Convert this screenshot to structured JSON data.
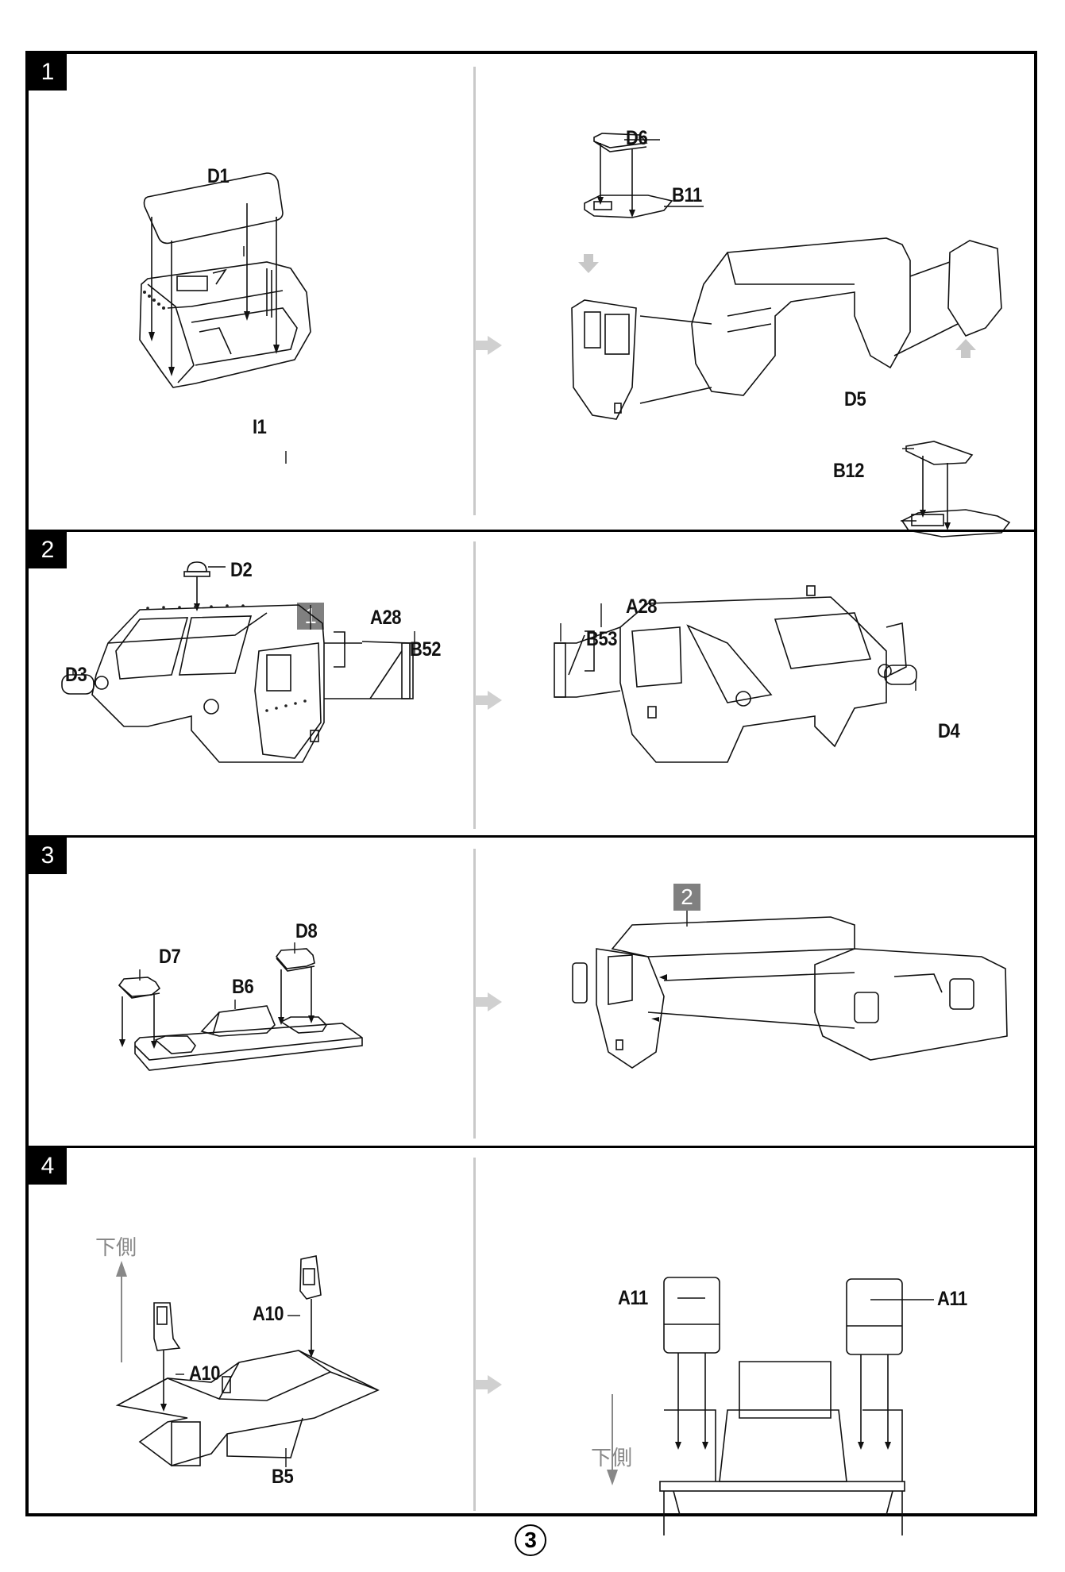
{
  "page": {
    "number": "3"
  },
  "steps": [
    {
      "number": "1",
      "left": {
        "labels": {
          "roof": "D1",
          "base": "I1"
        }
      },
      "right": {
        "labels": {
          "hatch_top": "D6",
          "hatch_plate_top": "B11",
          "hatch_bottom": "D5",
          "hatch_plate_bottom": "B12"
        }
      }
    },
    {
      "number": "2",
      "callout": "1",
      "left": {
        "labels": {
          "beacon": "D2",
          "handle": "A28",
          "mirror": "B52",
          "light": "D3"
        }
      },
      "right": {
        "labels": {
          "handle": "A28",
          "mirror": "B53",
          "light": "D4"
        }
      }
    },
    {
      "number": "3",
      "callout": "2",
      "left": {
        "labels": {
          "pad_left": "D7",
          "pad_right": "D8",
          "console": "B6"
        }
      },
      "right": {
        "labels": {}
      }
    },
    {
      "number": "4",
      "left": {
        "orientation": "下側",
        "labels": {
          "bracket_right": "A10",
          "bracket_left": "A10",
          "floor": "B5"
        }
      },
      "right": {
        "orientation": "下側",
        "labels": {
          "seat_left": "A11",
          "seat_right": "A11"
        }
      }
    }
  ],
  "colors": {
    "frame": "#000000",
    "divider": "#c9c9c9",
    "callout": "#808080",
    "orientation_text": "#888888"
  }
}
